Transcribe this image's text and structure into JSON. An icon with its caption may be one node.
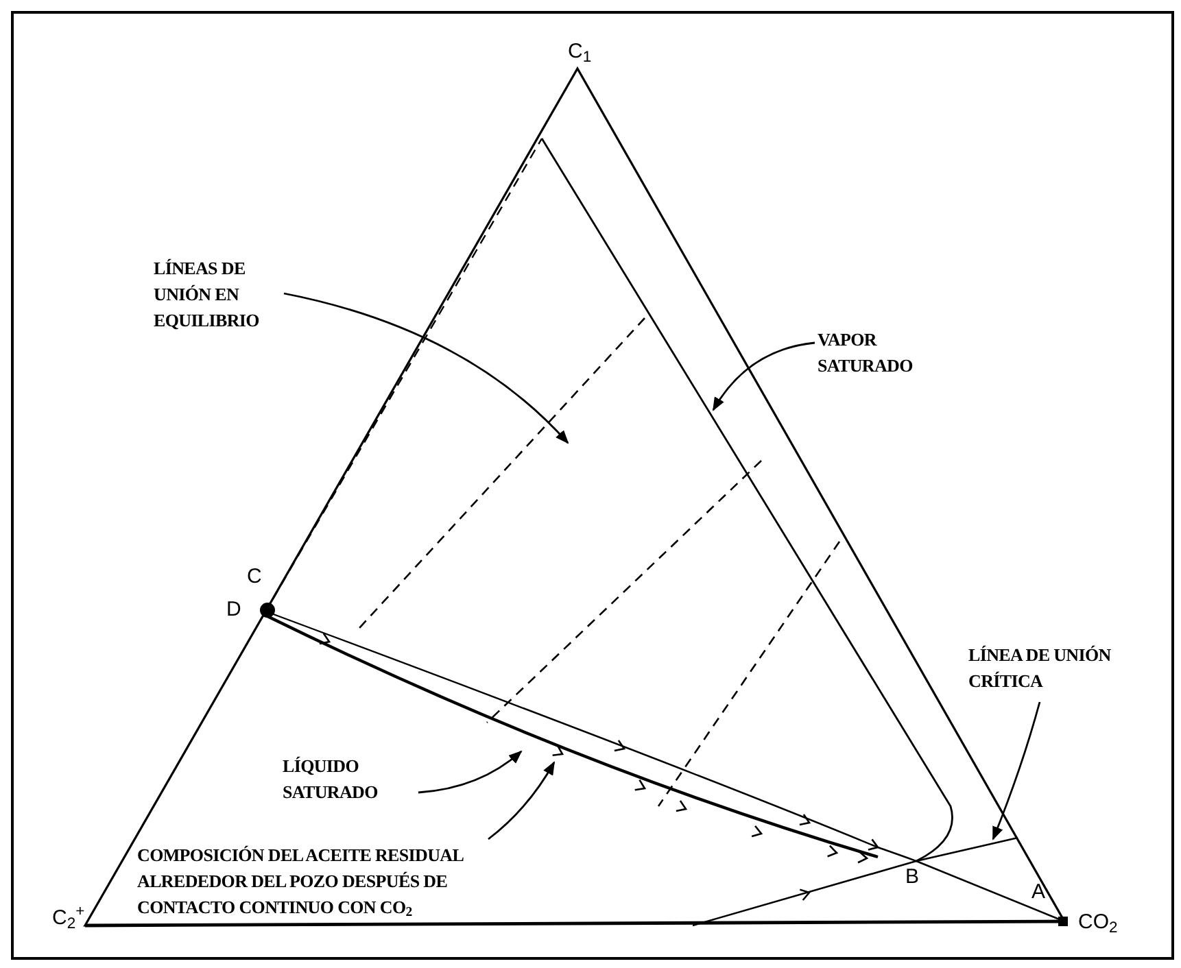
{
  "diagram": {
    "nodes": [
      {
        "text": [
          "LÍNEAS DE UNIÓN EN EQUILIBRIO"
        ]
      },
      {
        "text": [
          "VAPOR SATURADO"
        ]
      },
      {
        "text": [
          "LÍNEA DE UNIÓN CRÍTICA"
        ]
      },
      {
        "text": [
          "LÍQUIDO SATURADO"
        ]
      },
      {
        "text": [
          "COMPOSICIÓN DEL ACEITE RESIDUAL ALREDEDOR DEL POZO DESPUÉS DE CONTACTO CONTINUO CON CO$_{2}$"
        ]
      }
    ],
    "edges": [
      {
        "from": 0,
        "to": null,
        "arrow": "to"
      },
      {
        "from": 1,
        "to": null,
        "arrow": "to"
      },
      {
        "from": 2,
        "to": null,
        "arrow": "to"
      },
      {
        "from": 3,
        "to": null,
        "arrow": "to"
      },
      {
        "from": 4,
        "to": null,
        "arrow": "to"
      }
    ],
    "labels": [
      "C$_{1}$",
      "C",
      "D",
      "B",
      "A",
      "C$_{2}$$^{+}$",
      "CO$_{2}$"
    ]
  }
}
